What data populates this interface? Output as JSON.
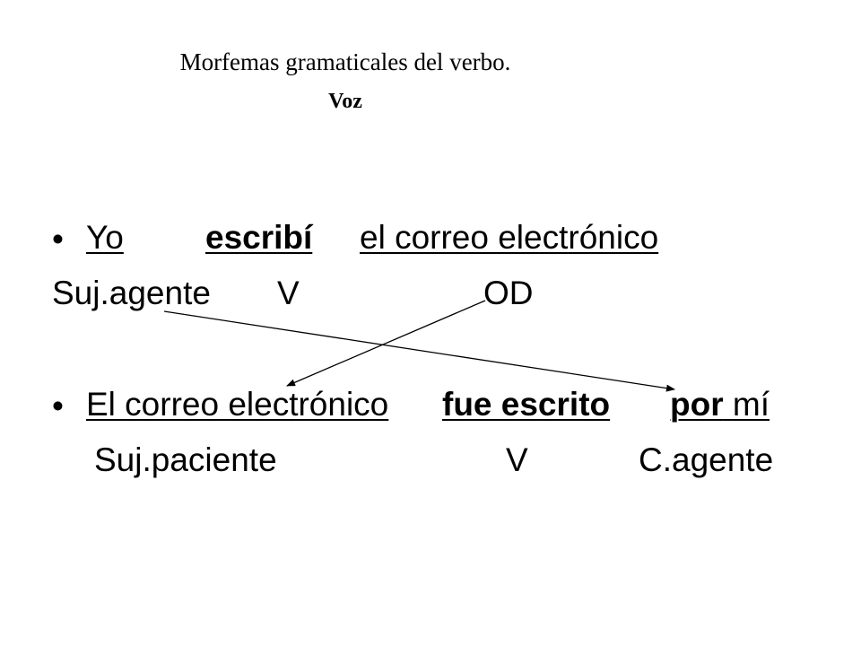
{
  "title": {
    "line1": "Morfemas gramaticales del verbo.",
    "line2": "Voz"
  },
  "bullet_char": "•",
  "sentence1": {
    "subject": "Yo",
    "verb": "escribí",
    "object": "el correo electrónico",
    "labels": {
      "subject": "Suj.agente",
      "verb": "V",
      "object": "OD"
    }
  },
  "sentence2": {
    "subject": "El correo electrónico",
    "verb": "fue escrito",
    "agent_prep": "por",
    "agent_word": "mí",
    "labels": {
      "subject": "Suj.paciente",
      "verb": "V",
      "agent": "C.agente"
    }
  }
}
